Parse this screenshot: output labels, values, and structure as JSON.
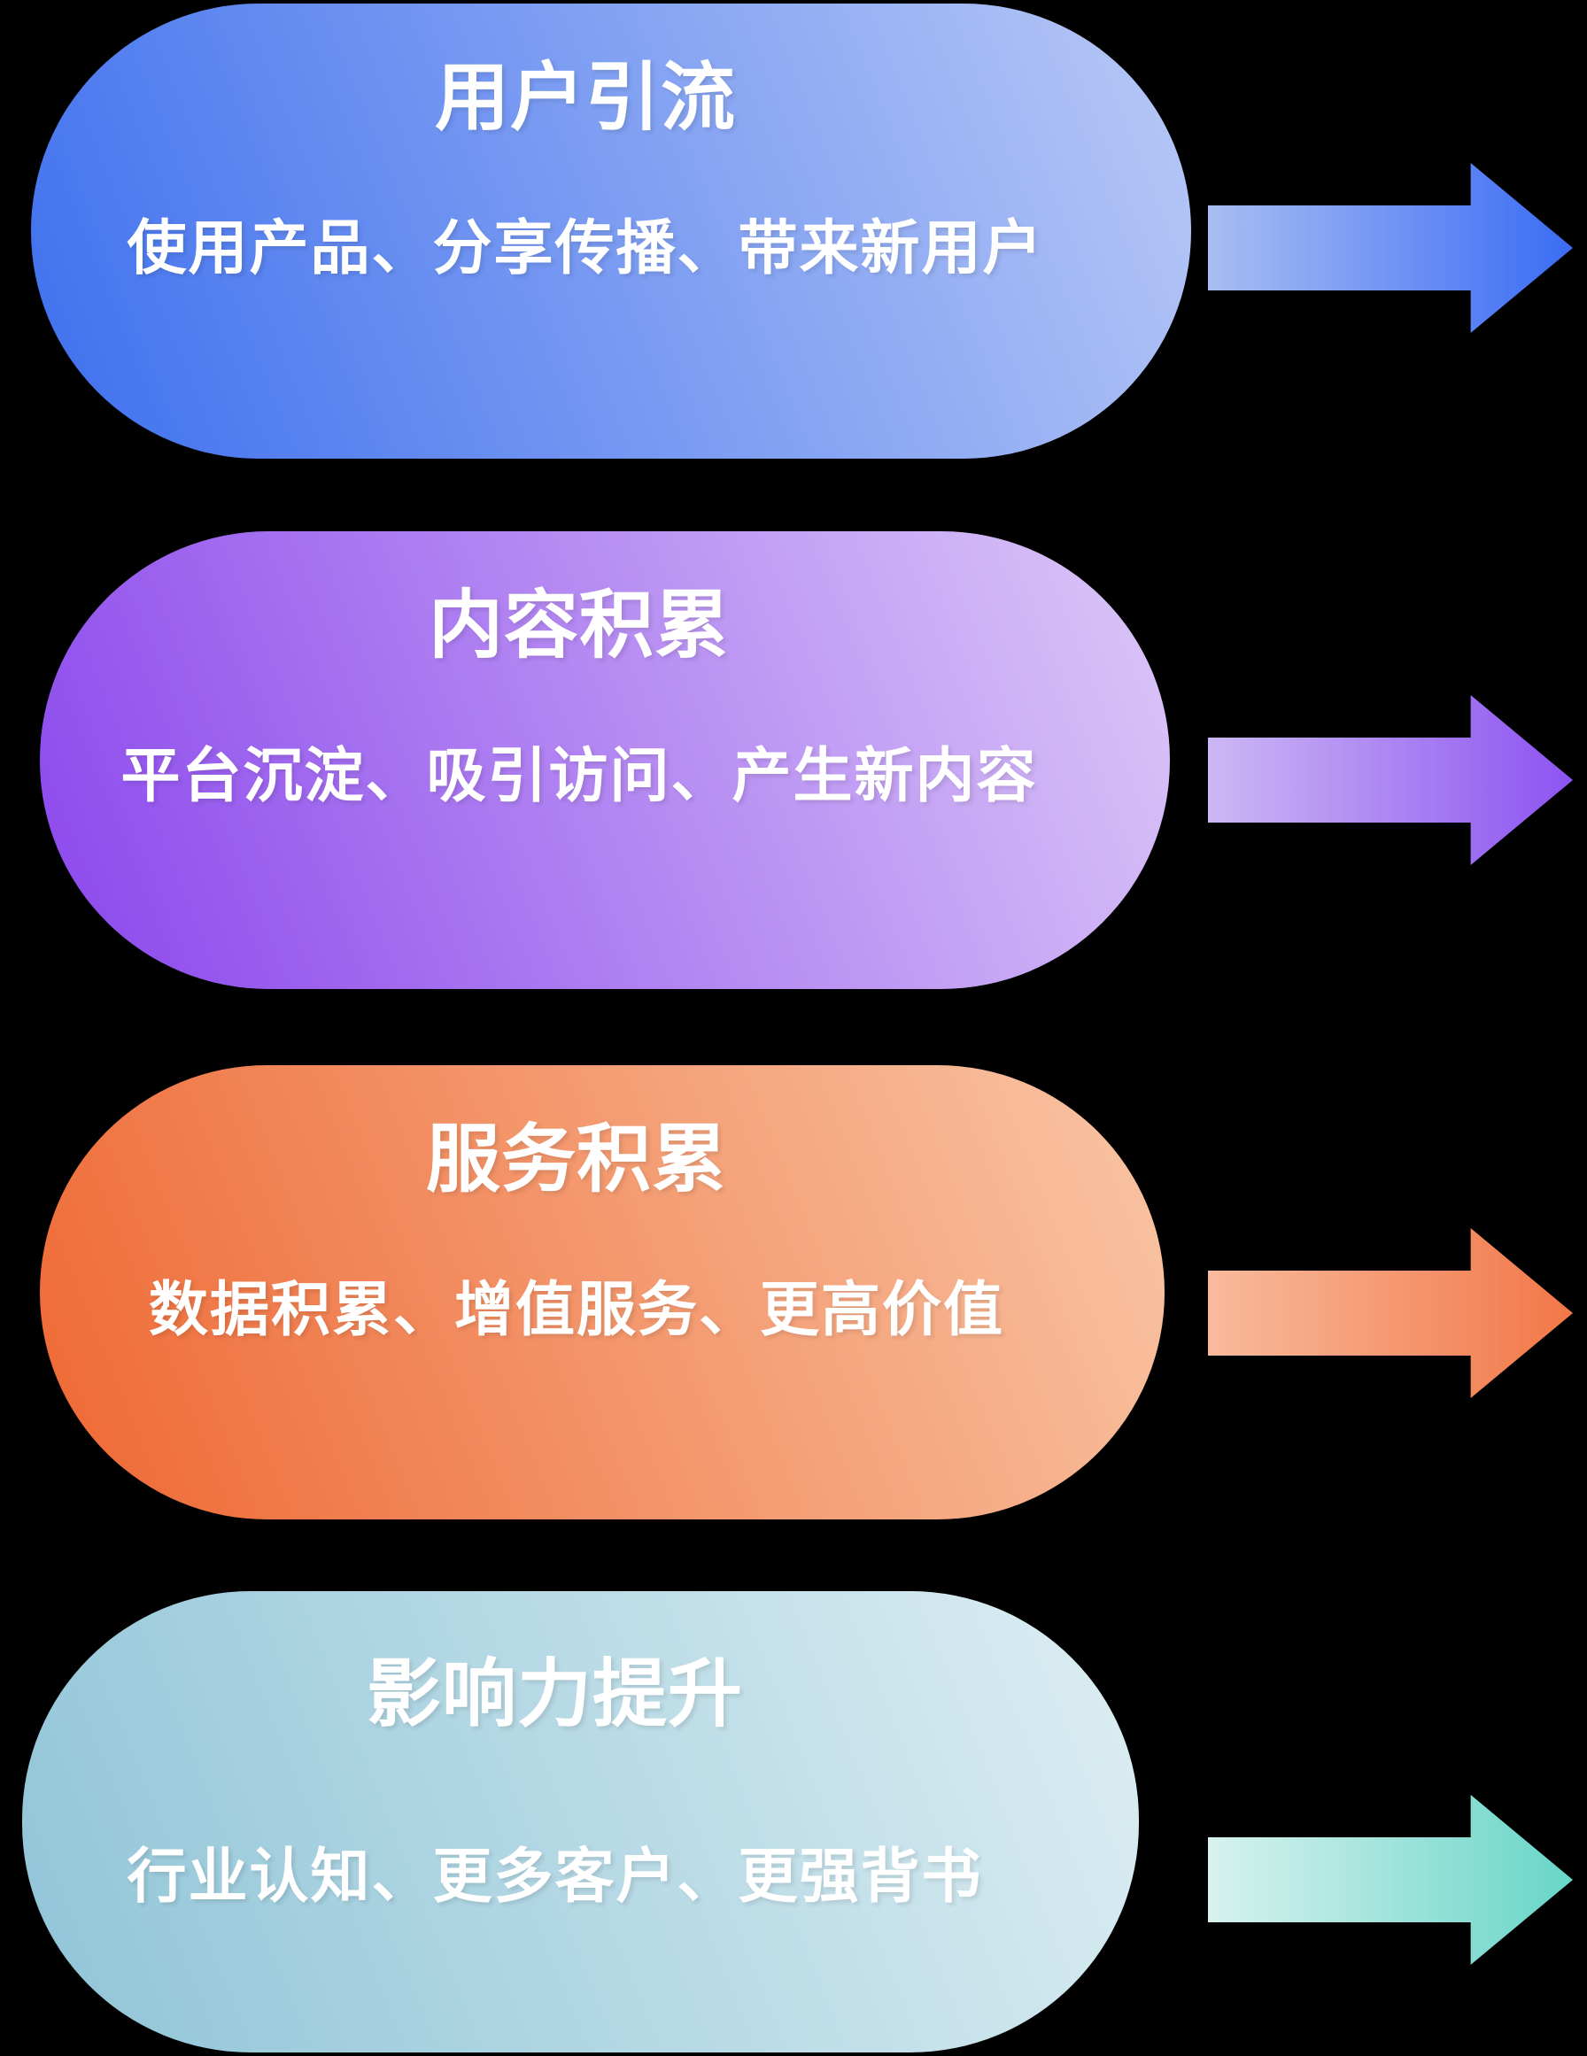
{
  "canvas": {
    "background_color": "#000000"
  },
  "stages": [
    {
      "title": "用户引流",
      "subtitle": "使用产品、分享传播、带来新用户",
      "arrow_icon": "right-arrow",
      "colors": {
        "box_gradient_from": "#3d6fee",
        "box_gradient_to": "#b9c9f6",
        "arrow_gradient_from": "#a9bdf3",
        "arrow_gradient_to": "#3a6cf4",
        "text": "#ffffff"
      }
    },
    {
      "title": "内容积累",
      "subtitle": "平台沉淀、吸引访问、产生新内容",
      "arrow_icon": "right-arrow",
      "colors": {
        "box_gradient_from": "#8a46ec",
        "box_gradient_to": "#dcc8f8",
        "arrow_gradient_from": "#ccb8f4",
        "arrow_gradient_to": "#8d53f1",
        "text": "#ffffff"
      }
    },
    {
      "title": "服务积累",
      "subtitle": "数据积累、增值服务、更高价值",
      "arrow_icon": "right-arrow",
      "colors": {
        "box_gradient_from": "#ee6732",
        "box_gradient_to": "#f9c6a6",
        "arrow_gradient_from": "#f8bb9c",
        "arrow_gradient_to": "#f27748",
        "text": "#ffffff"
      }
    },
    {
      "title": "影响力提升",
      "subtitle": "行业认知、更多客户、更强背书",
      "arrow_icon": "right-arrow",
      "colors": {
        "box_gradient_from": "#8fc4d7",
        "box_gradient_to": "#ddeef3",
        "arrow_gradient_from": "#d8f2ee",
        "arrow_gradient_to": "#68d5c8",
        "text": "#ffffff"
      }
    }
  ]
}
